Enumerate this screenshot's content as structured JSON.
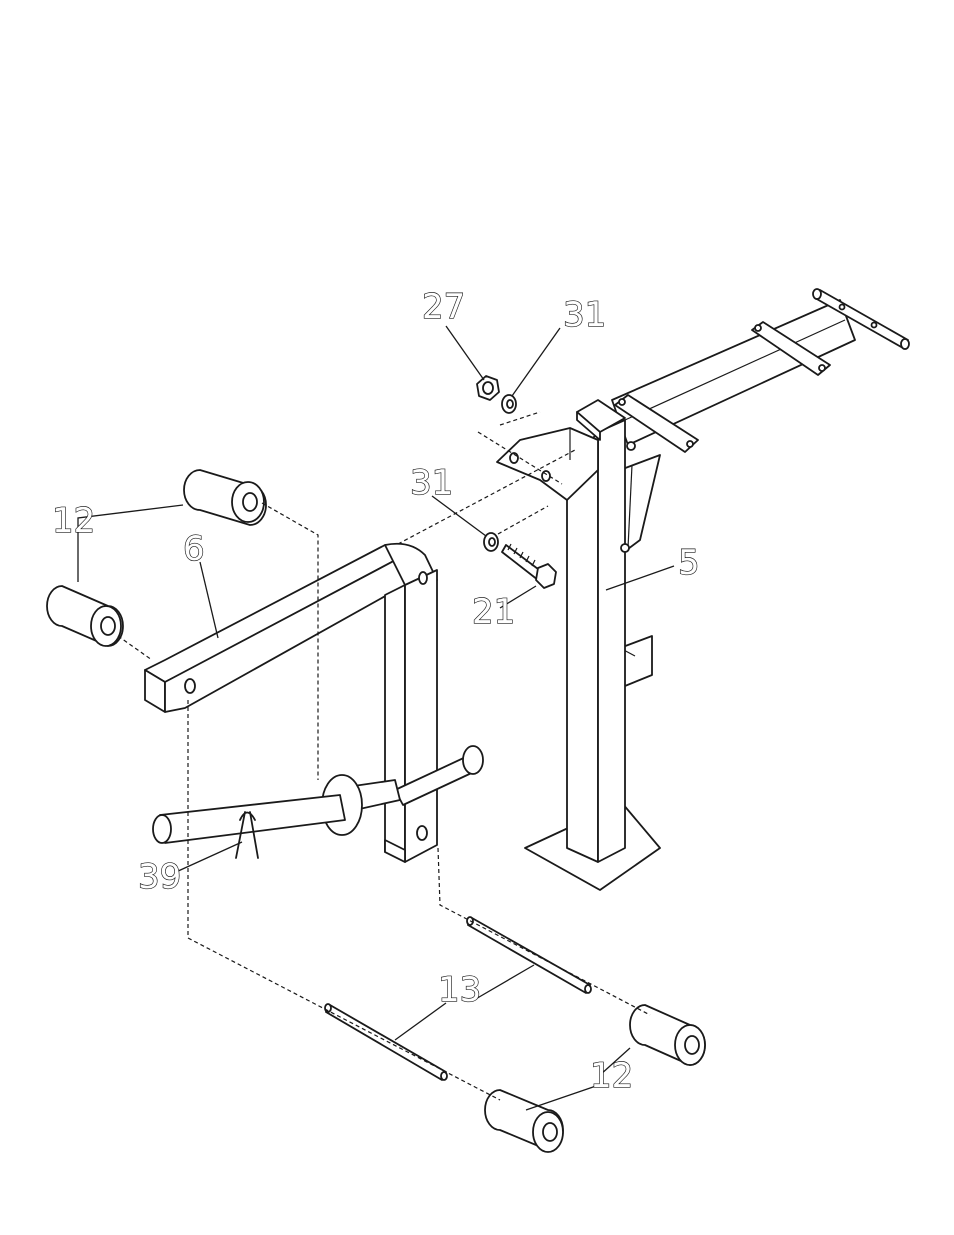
{
  "callouts": [
    {
      "id": "c27",
      "text": "27"
    },
    {
      "id": "c31a",
      "text": "31"
    },
    {
      "id": "c31b",
      "text": "31"
    },
    {
      "id": "c12a",
      "text": "12"
    },
    {
      "id": "c6",
      "text": "6"
    },
    {
      "id": "c5",
      "text": "5"
    },
    {
      "id": "c21",
      "text": "21"
    },
    {
      "id": "c39",
      "text": "39"
    },
    {
      "id": "c13",
      "text": "13"
    },
    {
      "id": "c12b",
      "text": "12"
    }
  ]
}
